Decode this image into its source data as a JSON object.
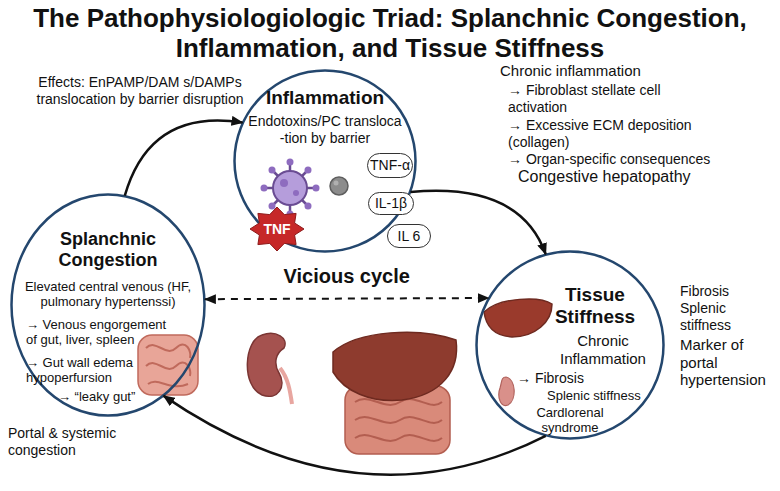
{
  "diagram": {
    "title": "The Pathophysiologiologic Triad: Splanchnic Congestion, Inflammation, and Tissue Stiffness",
    "nodes": [
      {
        "text": [
          "Inflammation",
          "Endotoxins/PC transloca -tion by barrier"
        ]
      },
      {
        "text": [
          "TNF-α"
        ],
        "in": 0
      },
      {
        "text": [
          "TNF"
        ],
        "in": 0
      },
      {
        "text": [
          "IL-1β"
        ],
        "in": 0
      },
      {
        "text": [
          "IL 6"
        ],
        "in": 0
      },
      {
        "text": [
          "Splanchnic Congestion",
          "Elevated central venous (HF, pulmonary hypertenssi)",
          "→ Venous engorgement of gut, liver, spleen",
          "→ Gut wall edema hypoperfursion",
          "→ “leaky gut”"
        ]
      },
      {
        "text": [
          "Tissue Stiffness",
          "Chronic Inflammation",
          "→ Fibrosis",
          "Splenic stiffness",
          "Cardlorenal syndrome"
        ]
      }
    ],
    "edges": [
      {
        "from": 5,
        "to": 0,
        "arrow": "to"
      },
      {
        "from": 0,
        "to": 6,
        "arrow": "to"
      },
      {
        "from": 6,
        "to": 5,
        "arrow": "to"
      },
      {
        "from": 5,
        "to": 6,
        "label": "Vicious cycle",
        "arrow": "both"
      }
    ],
    "labels": [
      "Effects: EnPAMP/DAM s/DAMPs translocation by barrier disruption",
      "Chronic inflammation",
      "→ Fibroblast stellate cell activation",
      "→ Excessive ECM deposition (collagen)",
      "→ Organ-specific consequences",
      "Congestive hepatopathy",
      "Fibrosis",
      "Splenic stiffness",
      "Marker of portal hypertension",
      "Portal & systemic congestion"
    ]
  }
}
